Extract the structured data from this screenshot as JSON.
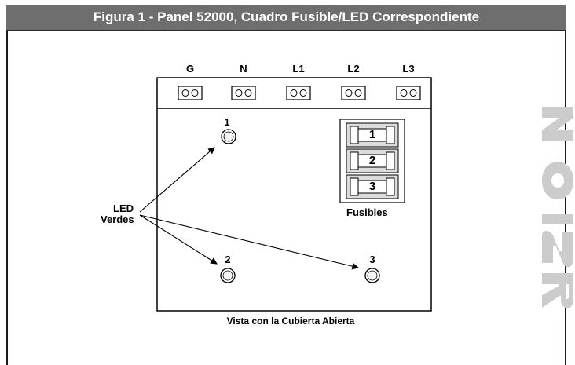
{
  "figure": {
    "title": "Figura 1 - Panel 52000, Cuadro Fusible/LED Correspondiente",
    "caption": "Vista con la Cubierta Abierta"
  },
  "terminals": [
    "G",
    "N",
    "L1",
    "L2",
    "L3"
  ],
  "fuses": {
    "numbers": [
      "1",
      "2",
      "3"
    ],
    "label": "Fusibles"
  },
  "leds": {
    "label_line1": "LED",
    "label_line2": "Verdes",
    "numbers": [
      "1",
      "2",
      "3"
    ]
  },
  "watermark": {
    "text": "RSION",
    "color": "#cccccc"
  }
}
